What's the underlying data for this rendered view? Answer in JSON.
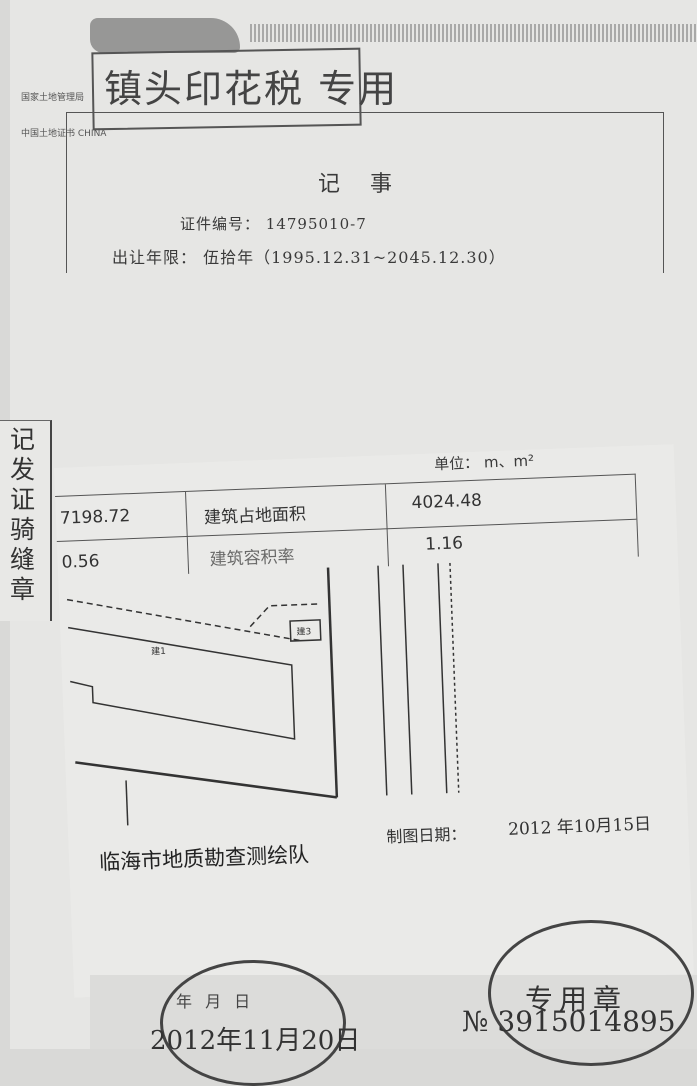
{
  "stamp": {
    "text": "镇头印花税 专用"
  },
  "header": {
    "line1": "国家土地管理局",
    "line2": "中国土地证书 CHINA"
  },
  "record": {
    "title": "记事",
    "cert_number_label": "证件编号：",
    "cert_number": "14795010-7",
    "term_label": "出让年限：",
    "term_value": "伍拾年（1995.12.31~2045.12.30）"
  },
  "left_slip": {
    "chars": [
      "记",
      "发",
      "证",
      "骑",
      "缝",
      "章"
    ]
  },
  "map": {
    "unit_label": "单位：",
    "unit_value": "m、m²",
    "table": {
      "area_value": "7198.72",
      "building_area_label": "建筑占地面积",
      "building_area_value": "4024.48",
      "ratio_value": "0.56",
      "construction_label": "建筑容积率",
      "construction_value": "1.16"
    },
    "parcel_labels": [
      "建1",
      "建3"
    ],
    "surveyor": "临海市地质勘查测绘队",
    "date_label": "制图日期：",
    "date_value": "2012 年10月15日"
  },
  "bottom": {
    "seal_text": "专用章",
    "seal1_text": "年  月  日",
    "date": "2012年11月20日",
    "serial": "№ 3915014895"
  }
}
